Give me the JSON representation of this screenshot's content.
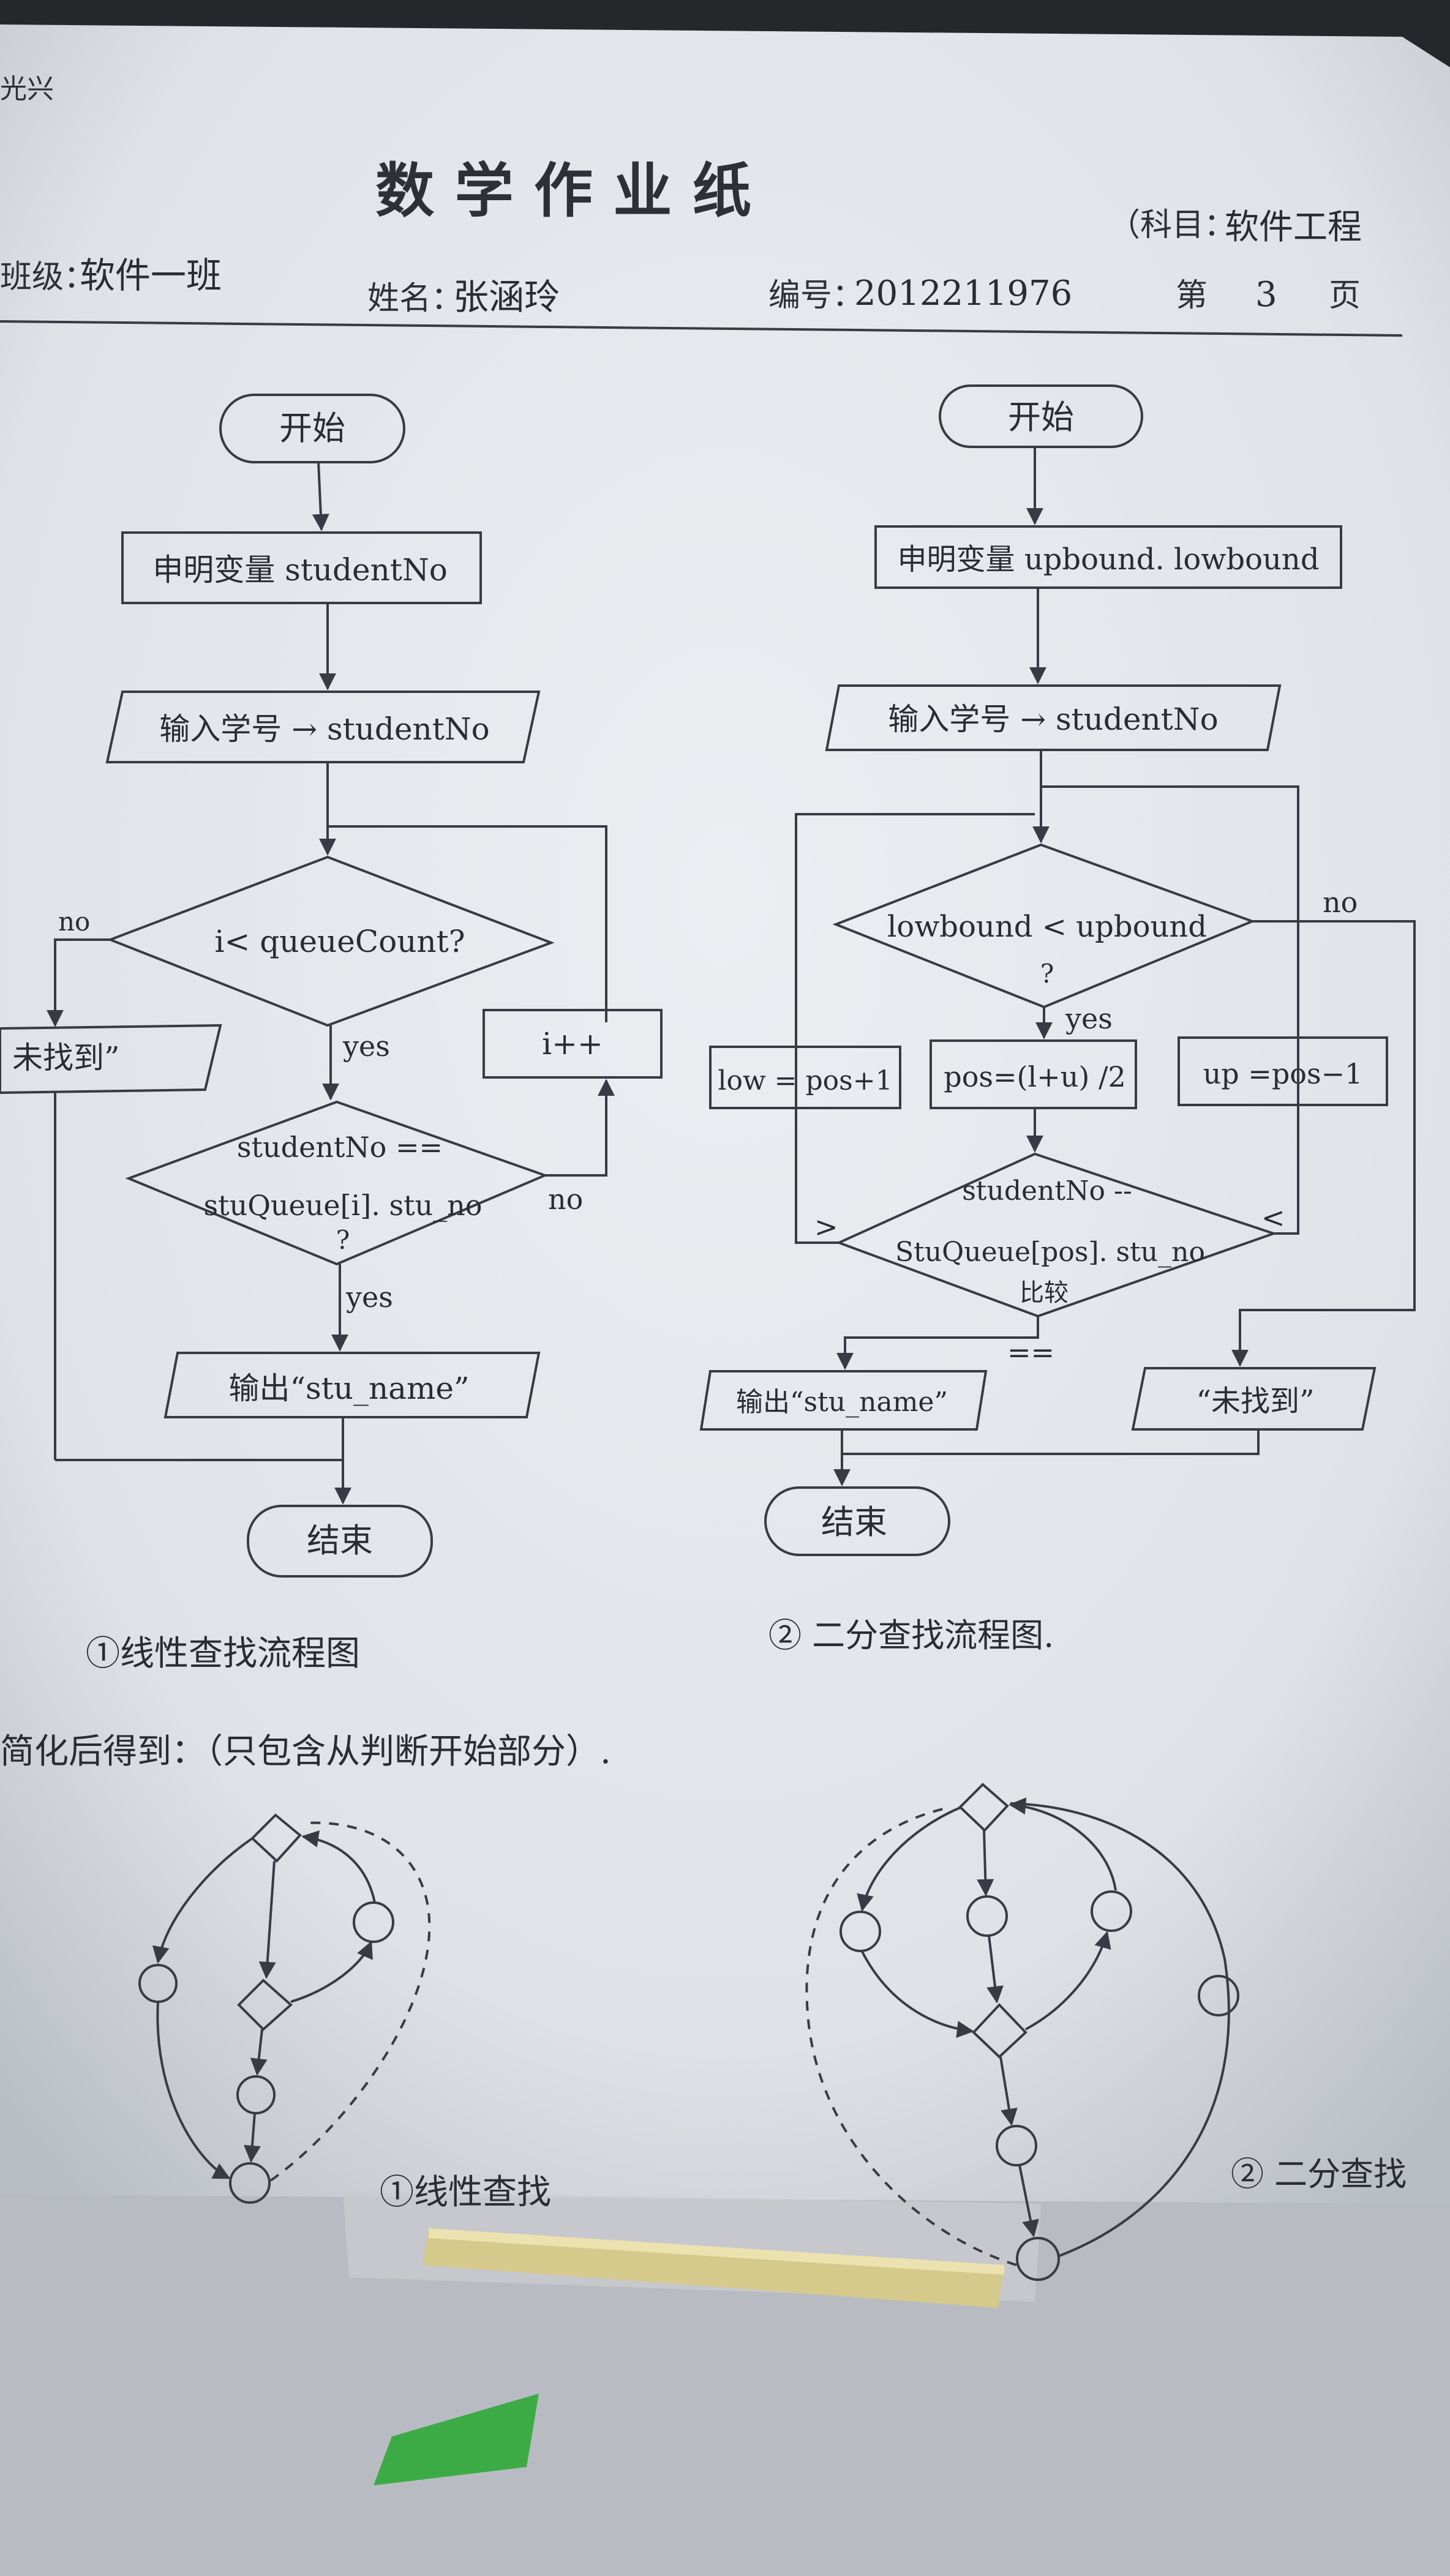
{
  "paper": {
    "corner_text": "光兴",
    "title": "数 学 作 业 纸",
    "subject_label": "（科目：",
    "subject_value": "软件工程",
    "class_label": "班级：",
    "class_value": "软件一班",
    "name_label": "姓名：",
    "name_value": "张涵玲",
    "number_label": "编号：",
    "number_value": "2012211976",
    "page_prefix": "第",
    "page_number": "3",
    "page_suffix": "页"
  },
  "linear": {
    "start": "开始",
    "declare": "申明变量 studentNo",
    "input": "输入学号 → studentNo",
    "cond1": "i< queueCount?",
    "cond1_no": "no",
    "not_found": "未找到”",
    "cond1_yes": "yes",
    "incr": "i++",
    "cond2_line1": "studentNo ==",
    "cond2_line2": "stuQueue[i]. stu_no",
    "cond2_line3": "?",
    "cond2_no": "no",
    "cond2_yes": "yes",
    "output": "输出“stu_name”",
    "end": "结束",
    "caption": "①线性查找流程图"
  },
  "binary": {
    "start": "开始",
    "declare": "申明变量 upbound. lowbound",
    "input": "输入学号 → studentNo",
    "cond1_line1": "lowbound < upbound",
    "cond1_line2": "?",
    "cond1_no": "no",
    "cond1_yes": "yes",
    "low_box": "low = pos+1",
    "pos_box": "pos=(l+u) /2",
    "up_box": "up =pos−1",
    "cmp_line1": "studentNo --",
    "cmp_line2": "StuQueue[pos]. stu_no",
    "cmp_line3": "比较",
    "gt": ">",
    "lt": "<",
    "eq": "==",
    "output": "输出“stu_name”",
    "not_found": "“未找到”",
    "end": "结束",
    "caption": "② 二分查找流程图."
  },
  "simplified": {
    "heading": "简化后得到：（只包含从判断开始部分）.",
    "linear_caption": "①线性查找",
    "binary_caption": "② 二分查找"
  }
}
